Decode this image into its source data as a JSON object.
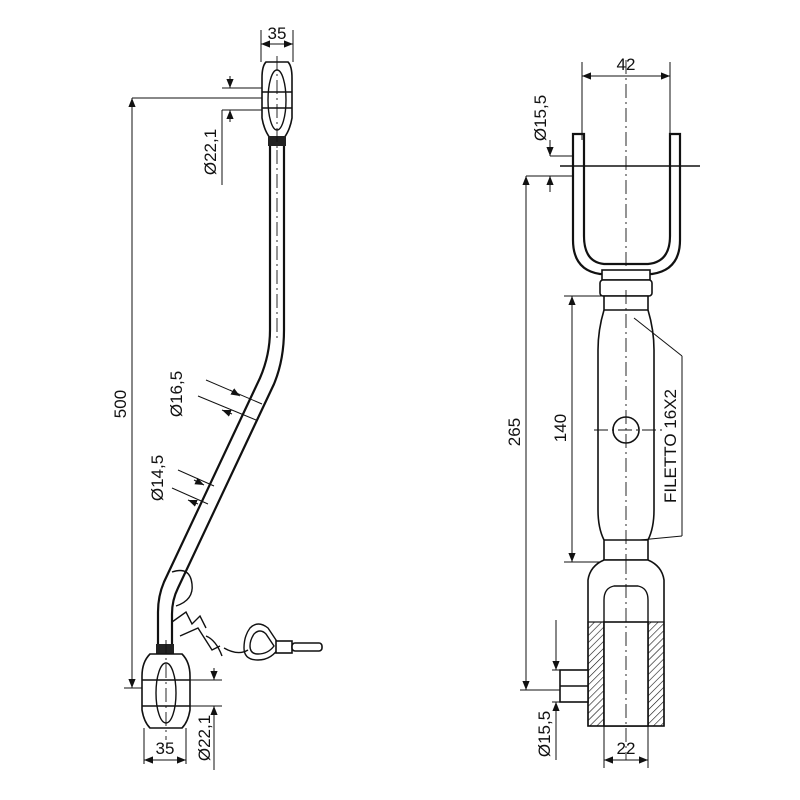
{
  "left_view": {
    "top_width": "35",
    "top_eye_diameter": "Ø22,1",
    "overall_length": "500",
    "upper_rod_diameter": "Ø16,5",
    "lower_rod_diameter": "Ø14,5",
    "bottom_width": "35",
    "bottom_eye_diameter": "Ø22,1"
  },
  "right_view": {
    "top_fork_width": "42",
    "top_pin_diameter": "Ø15,5",
    "overall_length": "265",
    "sleeve_length": "140",
    "thread_note": "FILETTO 16X2",
    "bottom_pin_diameter": "Ø15,5",
    "bottom_fork_width": "22"
  }
}
